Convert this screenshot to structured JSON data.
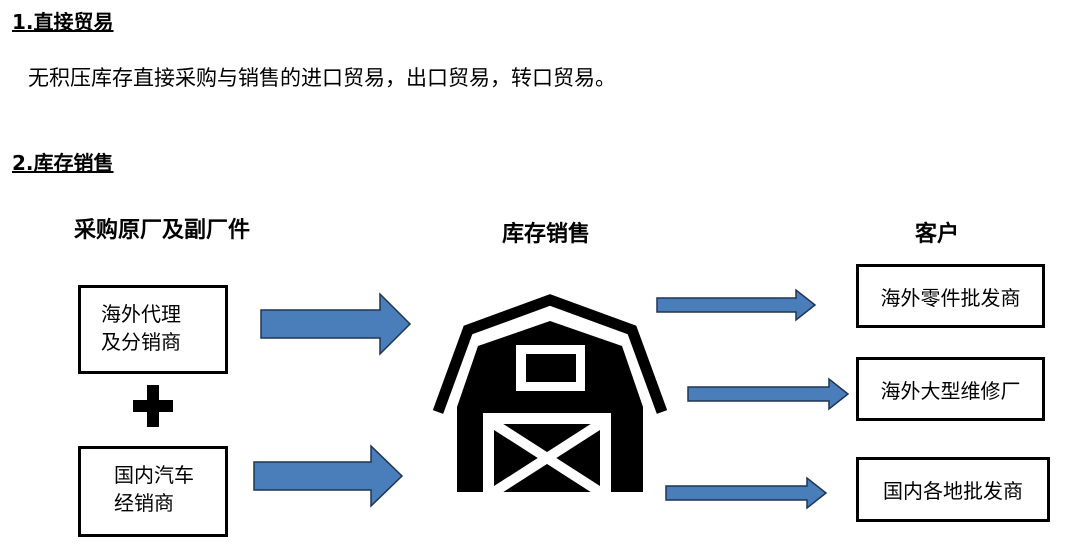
{
  "section1": {
    "heading": "1.直接贸易",
    "description": "无积压库存直接采购与销售的进口贸易，出口贸易，转口贸易。"
  },
  "section2": {
    "heading": "2.库存销售"
  },
  "diagram": {
    "columns": {
      "source": "采购原厂及副厂件",
      "stock": "库存销售",
      "customer": "客户"
    },
    "sources": [
      {
        "line1": "海外代理",
        "line2": "及分销商"
      },
      {
        "line1": "国内汽车",
        "line2": "经销商"
      }
    ],
    "customers": [
      "海外零件批发商",
      "海外大型维修厂",
      "国内各地批发商"
    ],
    "icons": {
      "plus": "plus-icon",
      "warehouse": "barn-warehouse-icon",
      "arrow": "right-arrow-icon"
    },
    "colors": {
      "arrow_fill": "#4a7ebb",
      "arrow_stroke": "#1f3552",
      "barn": "#000000"
    }
  }
}
